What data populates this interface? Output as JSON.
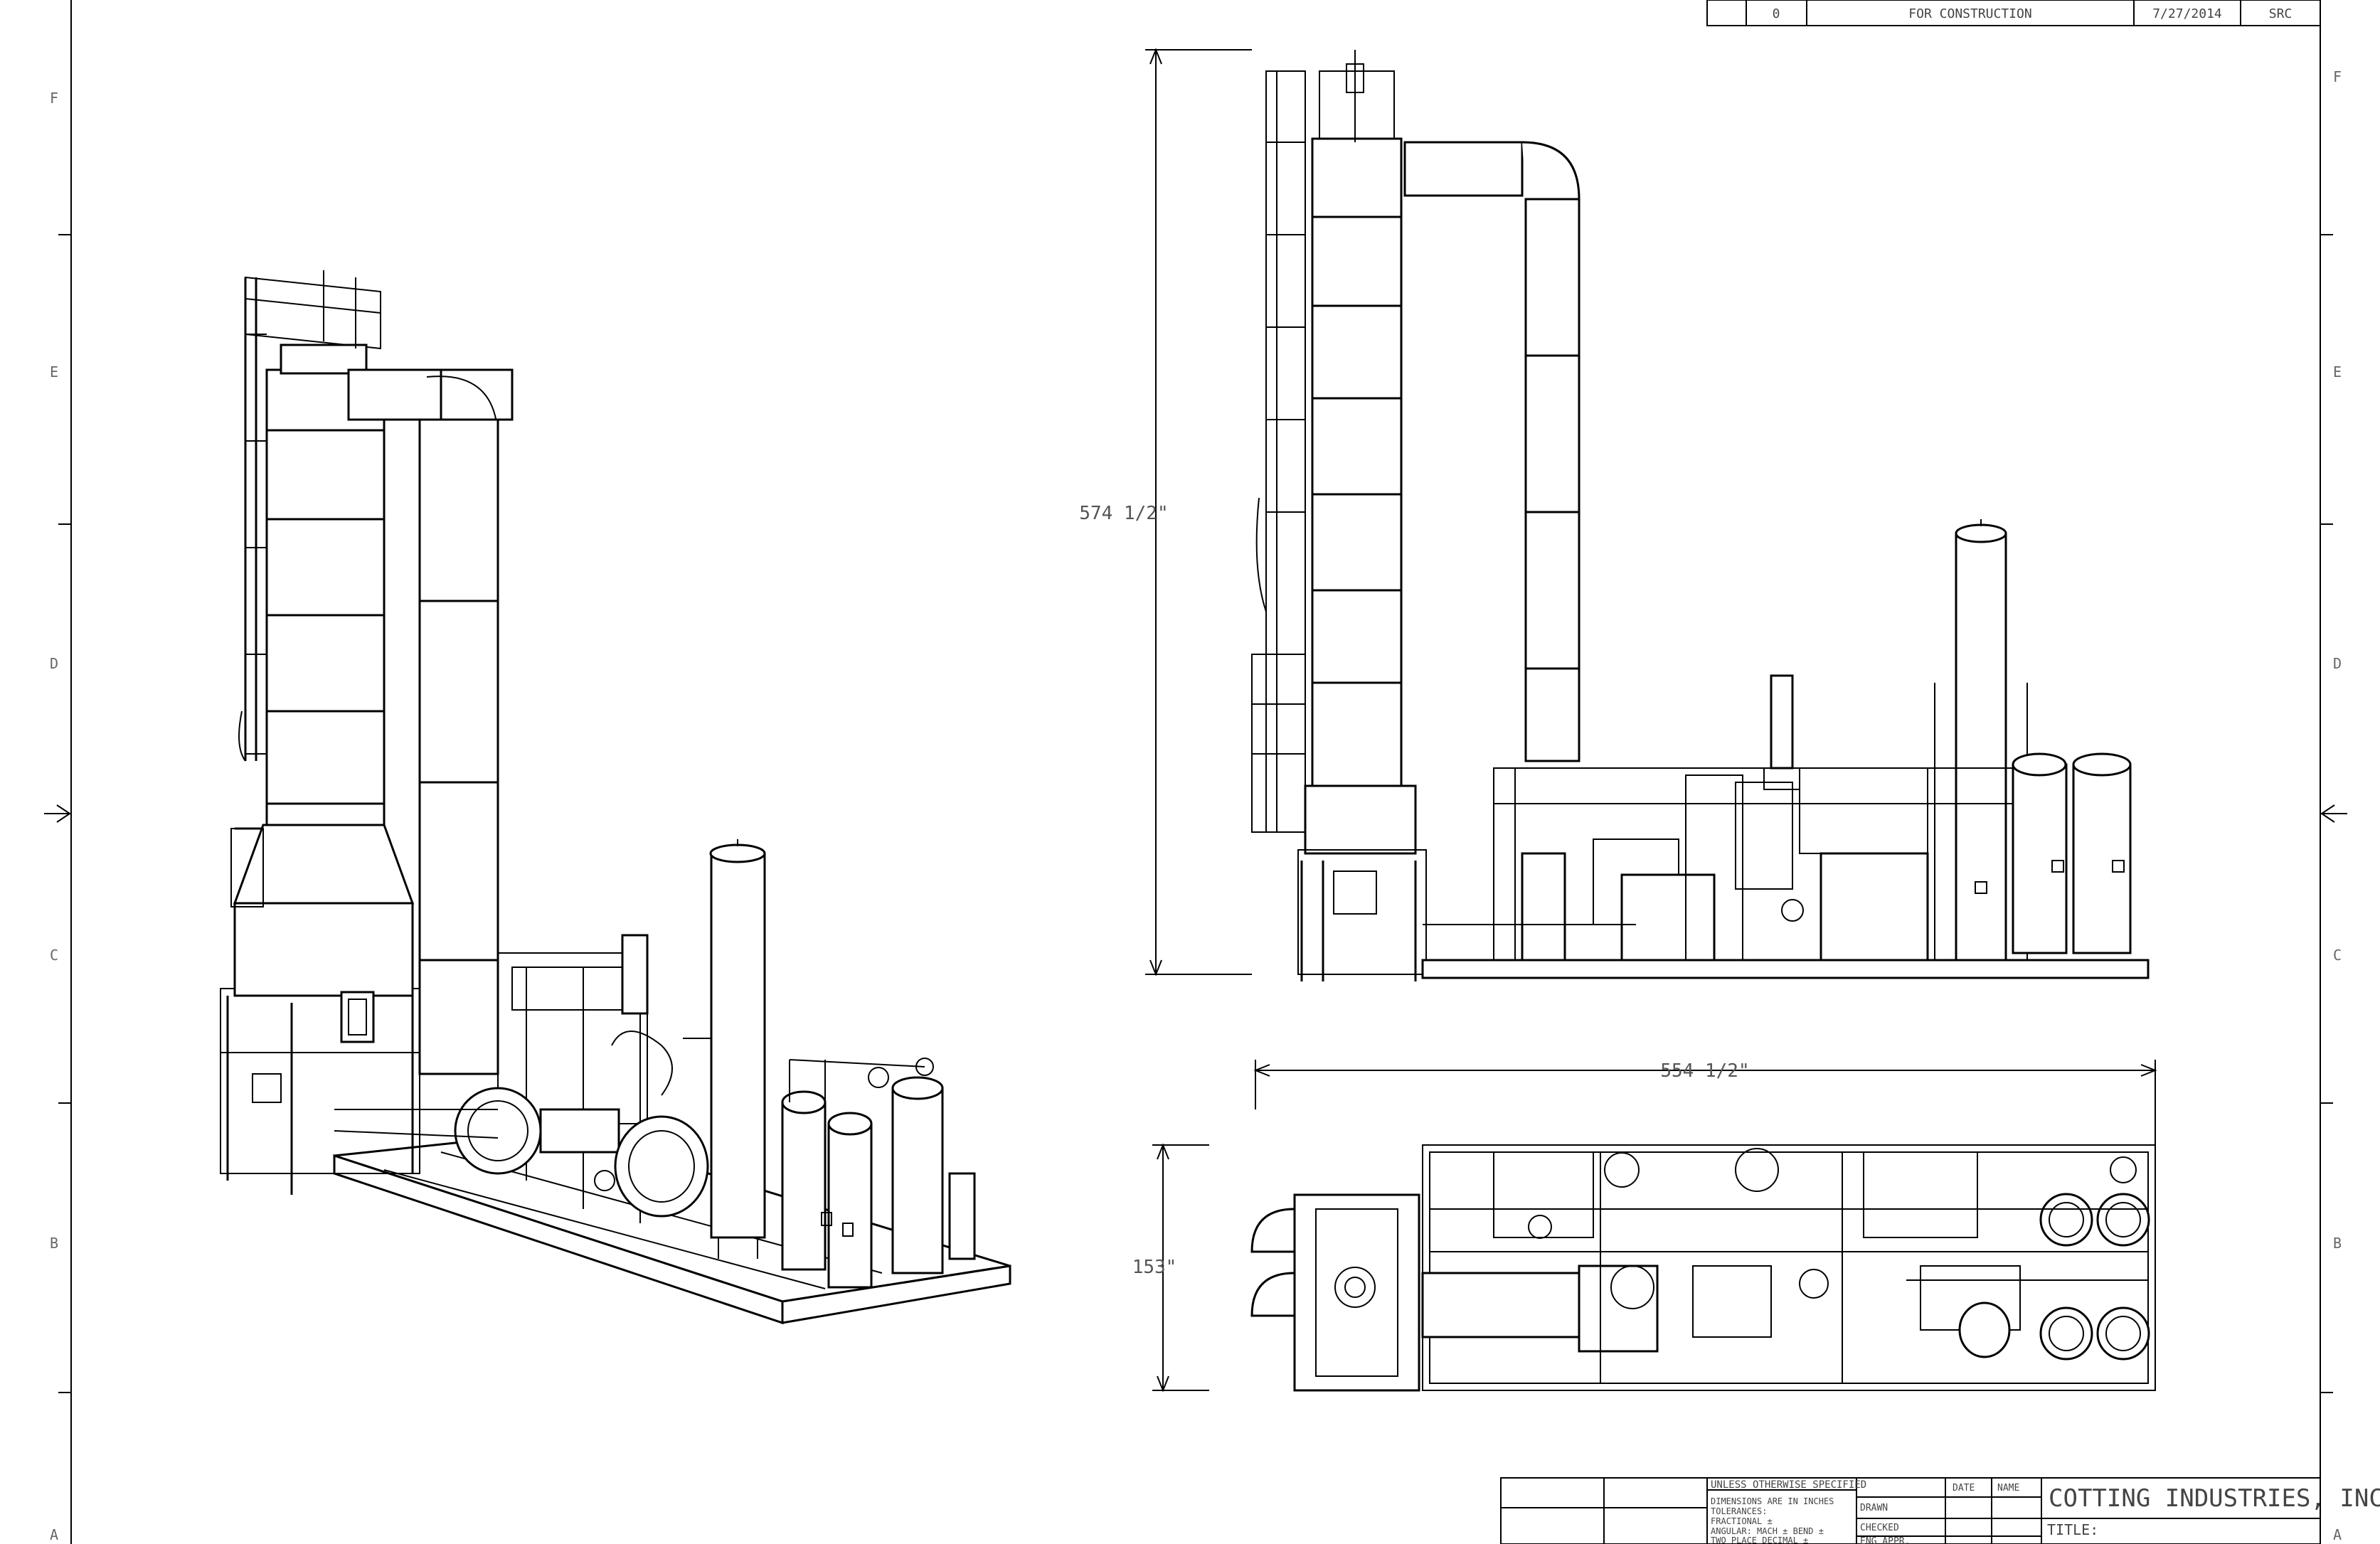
{
  "revision_block": {
    "rev": "0",
    "description": "FOR CONSTRUCTION",
    "date": "7/27/2014",
    "by": "SRC"
  },
  "zone_labels": {
    "left": [
      "F",
      "E",
      "D",
      "C",
      "B",
      "A"
    ],
    "right": [
      "F",
      "E",
      "D",
      "C",
      "B",
      "A"
    ]
  },
  "dimensions": {
    "elevation_height": "574 1/2\"",
    "plan_length": "554 1/2\"",
    "plan_width": "153\""
  },
  "title_block": {
    "notes_heading": "UNLESS OTHERWISE SPECIFIED",
    "notes_lines": [
      "DIMENSIONS ARE IN INCHES",
      "TOLERANCES:",
      "FRACTIONAL ±",
      "ANGULAR: MACH  ±   BEND ±",
      "TWO PLACE DECIMAL   ±"
    ],
    "col_date": "DATE",
    "col_name": "NAME",
    "row_drawn": "DRAWN",
    "row_checked": "CHECKED",
    "row_eng_appr": "ENG APPR.",
    "company": "COTTING INDUSTRIES, INC.",
    "title_label": "TITLE:"
  }
}
